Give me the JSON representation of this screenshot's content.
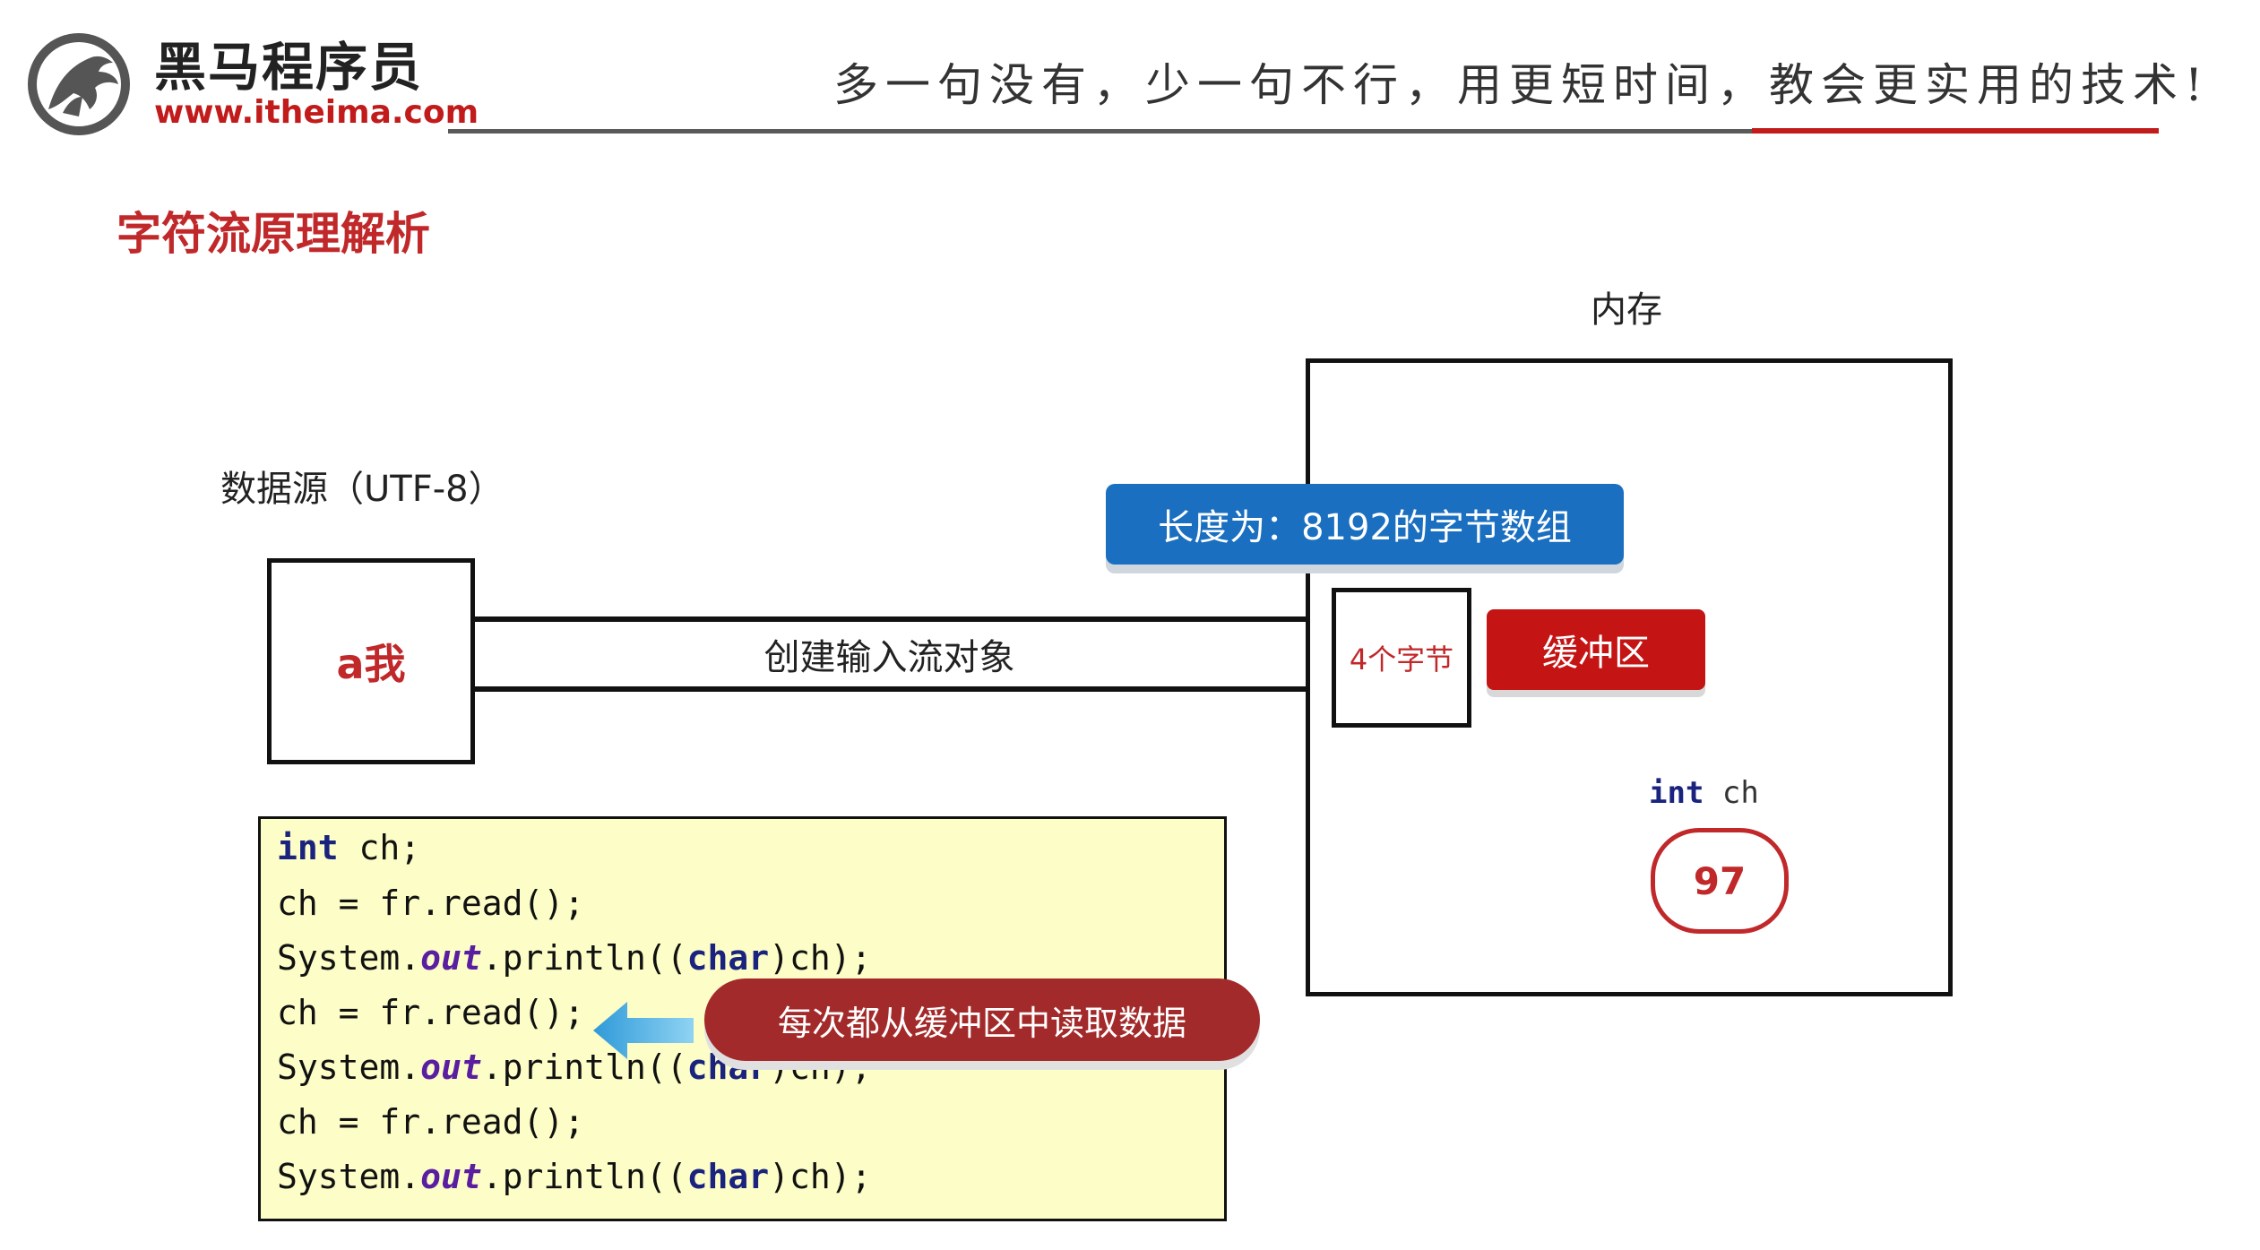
{
  "header": {
    "logo_name": "黑马程序员",
    "logo_url": "www.itheima.com",
    "slogan": "多一句没有，少一句不行，用更短时间，教会更实用的技术!"
  },
  "section_title": "字符流原理解析",
  "source": {
    "label": "数据源（UTF-8）",
    "content": "a我"
  },
  "stream": {
    "label": "创建输入流对象"
  },
  "memory": {
    "label": "内存",
    "array_label": "长度为：8192的字节数组",
    "bytes_label": "4个字节",
    "buffer_label": "缓冲区",
    "var_type": "int",
    "var_name": "ch",
    "value": "97"
  },
  "code": {
    "lines": [
      [
        {
          "t": "int",
          "c": "kw"
        },
        {
          "t": " ch;"
        }
      ],
      [
        {
          "t": "ch = fr.read();"
        }
      ],
      [
        {
          "t": "System."
        },
        {
          "t": "out",
          "c": "fld"
        },
        {
          "t": ".println(("
        },
        {
          "t": "char",
          "c": "kw"
        },
        {
          "t": ")ch);"
        }
      ],
      [
        {
          "t": "ch = fr.read();"
        }
      ],
      [
        {
          "t": "System."
        },
        {
          "t": "out",
          "c": "fld"
        },
        {
          "t": ".println(("
        },
        {
          "t": "char",
          "c": "kw"
        },
        {
          "t": ")ch);"
        }
      ],
      [
        {
          "t": "ch = fr.read();"
        }
      ],
      [
        {
          "t": "System."
        },
        {
          "t": "out",
          "c": "fld"
        },
        {
          "t": ".println(("
        },
        {
          "t": "char",
          "c": "kw"
        },
        {
          "t": ")ch);"
        }
      ]
    ]
  },
  "annotation": {
    "text": "每次都从缓冲区中读取数据",
    "icon": "arrow-left-icon"
  },
  "colors": {
    "brand_red": "#c21b1b",
    "banner_blue": "#1a6fc0",
    "buffer_red": "#c41414",
    "note_red": "#a32a2a",
    "code_bg": "#fdfdc8",
    "arrow_blue": "#49b6e6"
  }
}
